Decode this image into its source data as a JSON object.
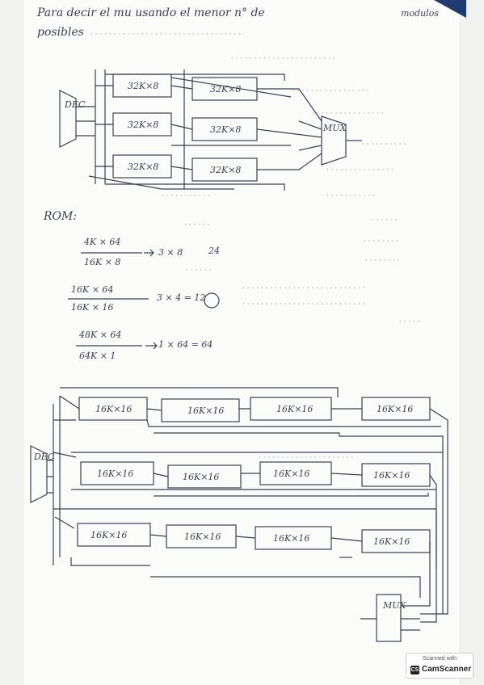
{
  "heading": {
    "line1": "Para decir el mu usando el menor n° de",
    "line1_tail": "modulos",
    "line2": "posibles"
  },
  "rom_label": "ROM:",
  "formulas": {
    "f1_num": "4K × 64",
    "f1_den": "16K × 8",
    "f1_result": "3 × 8",
    "f1_result_b": "24",
    "f2_num": "16K × 64",
    "f2_den": "16K × 16",
    "f2_result": "3 × 4 = 12",
    "f3_num": "48K × 64",
    "f3_den": "64K × 1",
    "f3_result": "1 × 64 = 64"
  },
  "diagram_top": {
    "dec_label": "DEC",
    "mux_label": "MUX",
    "cells": [
      "32K×8",
      "32K×8",
      "32K×8",
      "32K×8",
      "32K×8",
      "32K×8"
    ]
  },
  "diagram_bottom": {
    "dec_label": "DEC",
    "mux_label": "MUX",
    "rows": [
      [
        "16K×16",
        "16K×16",
        "16K×16",
        "16K×16"
      ],
      [
        "16K×16",
        "16K×16",
        "16K×16",
        "16K×16"
      ],
      [
        "16K×16",
        "16K×16",
        "16K×16",
        "16K×16"
      ]
    ]
  },
  "watermark": {
    "line1": "Scanned with",
    "brand": "CamScanner"
  }
}
